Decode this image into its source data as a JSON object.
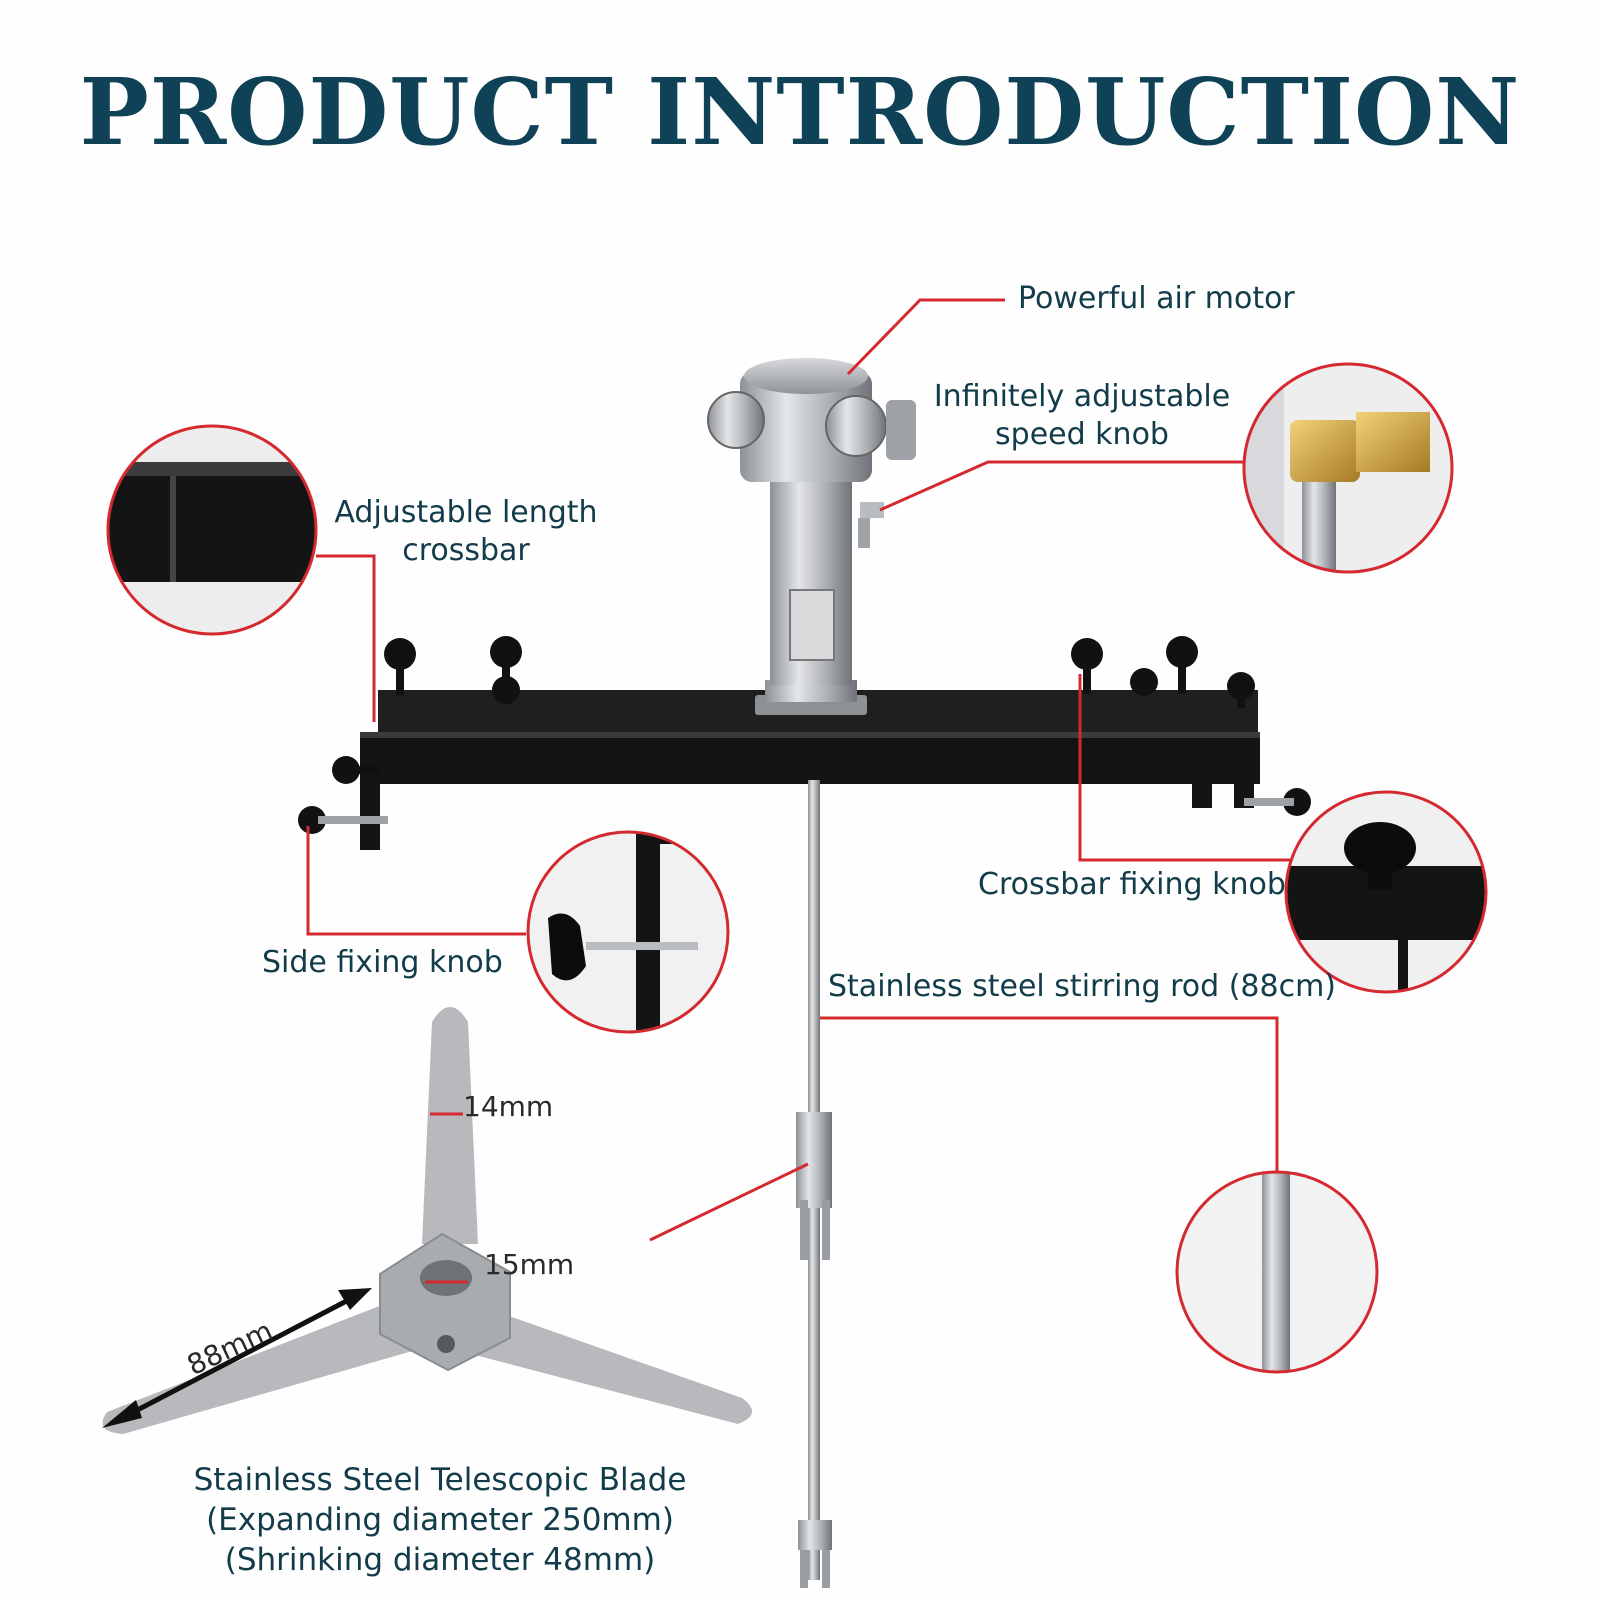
{
  "title": "PRODUCT INTRODUCTION",
  "labels": {
    "air_motor": "Powerful air motor",
    "speed_knob_line1": "Infinitely adjustable",
    "speed_knob_line2": "speed knob",
    "crossbar_line1": "Adjustable length",
    "crossbar_line2": "crossbar",
    "crossbar_fixing_knob": "Crossbar fixing knob",
    "side_fixing_knob": "Side fixing knob",
    "stirring_rod": "Stainless steel stirring rod (88cm)",
    "blade_line1": "Stainless Steel Telescopic Blade",
    "blade_line2": "(Expanding diameter 250mm)",
    "blade_line3": "(Shrinking diameter 48mm)"
  },
  "dimensions": {
    "blade_width": "14mm",
    "hub_bore": "15mm",
    "blade_length": "88mm"
  },
  "colors": {
    "title": "#0f4257",
    "label_text": "#123c4a",
    "callout_line": "#d42a2f",
    "crossbar": "#141414",
    "steel": "#b9bcc0"
  }
}
